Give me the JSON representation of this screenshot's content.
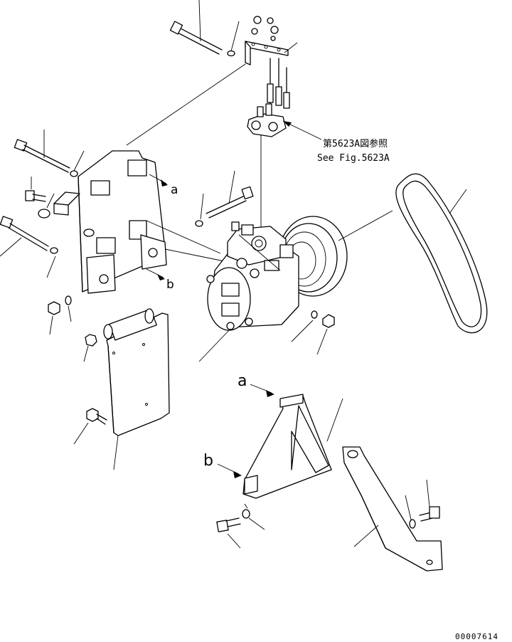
{
  "figure": {
    "reference_note_jp": "第5623A図参照",
    "reference_note_en": "See Fig.5623A",
    "label_a": "a",
    "label_b": "b",
    "figure_number": "00007614"
  },
  "parts": [
    {
      "name": "compressor",
      "icon": "compressor-icon"
    },
    {
      "name": "drive-belt",
      "icon": "belt-icon"
    },
    {
      "name": "mounting-bracket",
      "icon": "bracket-icon"
    },
    {
      "name": "support-bracket",
      "icon": "bracket-icon"
    },
    {
      "name": "adjusting-arm",
      "icon": "arm-icon"
    },
    {
      "name": "hose-clamp-bracket",
      "icon": "bracket-icon"
    },
    {
      "name": "hose-fittings",
      "icon": "fitting-icon"
    }
  ]
}
